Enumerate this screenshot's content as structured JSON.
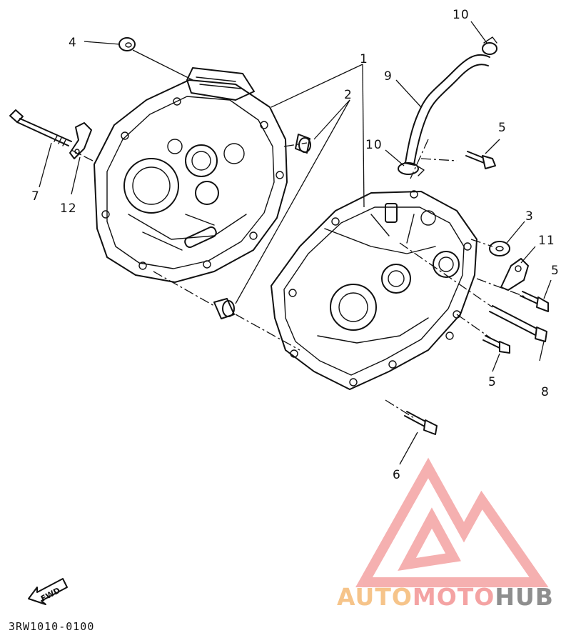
{
  "diagram": {
    "part_labels": [
      {
        "id": "p1",
        "text": "1"
      },
      {
        "id": "p2",
        "text": "2"
      },
      {
        "id": "p3",
        "text": "3"
      },
      {
        "id": "p4",
        "text": "4"
      },
      {
        "id": "p5a",
        "text": "5"
      },
      {
        "id": "p5b",
        "text": "5"
      },
      {
        "id": "p5c",
        "text": "5"
      },
      {
        "id": "p6",
        "text": "6"
      },
      {
        "id": "p7",
        "text": "7"
      },
      {
        "id": "p8",
        "text": "8"
      },
      {
        "id": "p9",
        "text": "9"
      },
      {
        "id": "p10a",
        "text": "10"
      },
      {
        "id": "p10b",
        "text": "10"
      },
      {
        "id": "p11",
        "text": "11"
      },
      {
        "id": "p12",
        "text": "12"
      }
    ],
    "fwd_label": "FWD",
    "drawing_code": "3RW1010-0100"
  },
  "watermark": {
    "text_part1": "AUTO",
    "text_part2": "MOTO",
    "text_part3": "HUB",
    "colors": {
      "auto": "#f6c48a",
      "moto": "#f4a3a3",
      "hub": "#8e8e8e",
      "logo": "#f4a3a3"
    }
  },
  "colors": {
    "ink": "#111111",
    "background": "#ffffff"
  }
}
